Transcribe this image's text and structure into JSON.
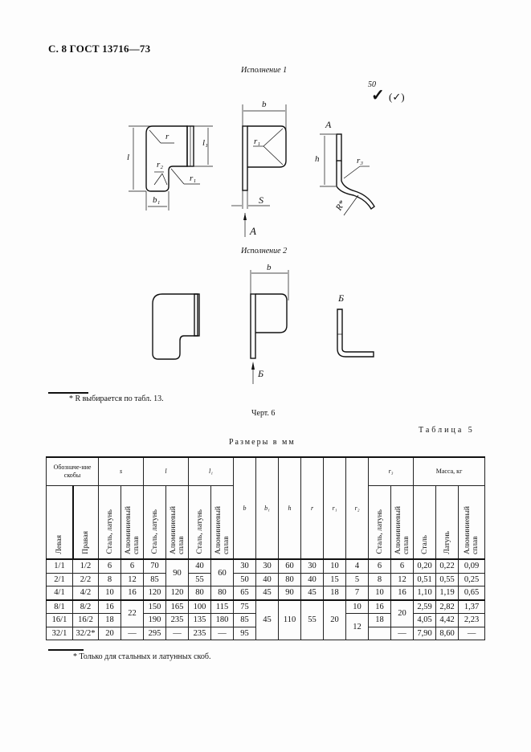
{
  "page_header": "С. 8 ГОСТ 13716—73",
  "drawing": {
    "variant1_title": "Исполнение 1",
    "variant2_title": "Исполнение 2",
    "roughness_value": "50",
    "roughness_symbol": "✓",
    "roughness_paren": "(✓)",
    "labels": {
      "l": "l",
      "b1": "b₁",
      "l1": "l₁",
      "r": "r",
      "r1": "r₁",
      "r2": "r₂",
      "b": "b",
      "s": "S",
      "A": "А",
      "h": "h",
      "r3": "r₃",
      "R": "R*",
      "B_view": "Б"
    },
    "footnote": "* R выбирается по табл. 13.",
    "caption": "Черт. 6"
  },
  "table": {
    "label": "Таблица 5",
    "subtitle": "Размеры в мм",
    "header_top": {
      "designation": "Обозначе-ние скобы",
      "s": "s",
      "l": "l",
      "l1": "l₁",
      "b": "b",
      "b1": "b₁",
      "h": "h",
      "r": "r",
      "r1": "r₁",
      "r2": "r₂",
      "r3": "r₃",
      "mass": "Масса, кг"
    },
    "header_sub": {
      "left": "Левая",
      "right": "Правая",
      "steel_brass": "Сталь, латунь",
      "aluminum": "Алюминиевый сплав",
      "steel": "Сталь",
      "brass": "Латунь"
    },
    "rows": [
      {
        "left": "1/1",
        "right": "1/2",
        "s_st": "6",
        "s_al": "6",
        "l_st": "70",
        "l_al": "90",
        "l1_st": "40",
        "l1_al": "60",
        "b": "30",
        "b1": "30",
        "h": "60",
        "r": "30",
        "r1": "10",
        "r2": "4",
        "r3_st": "6",
        "r3_al": "6",
        "m_st": "0,20",
        "m_lat": "0,22",
        "m_al": "0,09"
      },
      {
        "left": "2/1",
        "right": "2/2",
        "s_st": "8",
        "s_al": "12",
        "l_st": "85",
        "l1_st": "55",
        "b": "50",
        "b1": "40",
        "h": "80",
        "r": "40",
        "r1": "15",
        "r2": "5",
        "r3_st": "8",
        "r3_al": "12",
        "m_st": "0,51",
        "m_lat": "0,55",
        "m_al": "0,25"
      },
      {
        "left": "4/1",
        "right": "4/2",
        "s_st": "10",
        "s_al": "16",
        "l_st": "120",
        "l_al": "120",
        "l1_st": "80",
        "l1_al": "80",
        "b": "65",
        "b1": "45",
        "h": "90",
        "r": "45",
        "r1": "18",
        "r2": "7",
        "r3_st": "10",
        "r3_al": "16",
        "m_st": "1,10",
        "m_lat": "1,19",
        "m_al": "0,65"
      },
      {
        "left": "8/1",
        "right": "8/2",
        "s_st": "16",
        "s_al": "22",
        "l_st": "150",
        "l_al": "165",
        "l1_st": "100",
        "l1_al": "115",
        "b": "75",
        "b1": "45",
        "h": "110",
        "r": "55",
        "r1": "20",
        "r2": "10",
        "r3_st": "16",
        "r3_al": "20",
        "m_st": "2,59",
        "m_lat": "2,82",
        "m_al": "1,37"
      },
      {
        "left": "16/1",
        "right": "16/2",
        "s_st": "18",
        "l_st": "190",
        "l_al": "235",
        "l1_st": "135",
        "l1_al": "180",
        "b": "85",
        "r2": "12",
        "r3_st": "18",
        "m_st": "4,05",
        "m_lat": "4,42",
        "m_al": "2,23"
      },
      {
        "left": "32/1",
        "right": "32/2*",
        "s_st": "20",
        "s_al": "—",
        "l_st": "295",
        "l_al": "—",
        "l1_st": "235",
        "l1_al": "—",
        "b": "95",
        "r3_st": "",
        "r3_al": "—",
        "m_st": "7,90",
        "m_lat": "8,60",
        "m_al": "—"
      }
    ],
    "footnote": "* Только для стальных и латунных скоб."
  }
}
